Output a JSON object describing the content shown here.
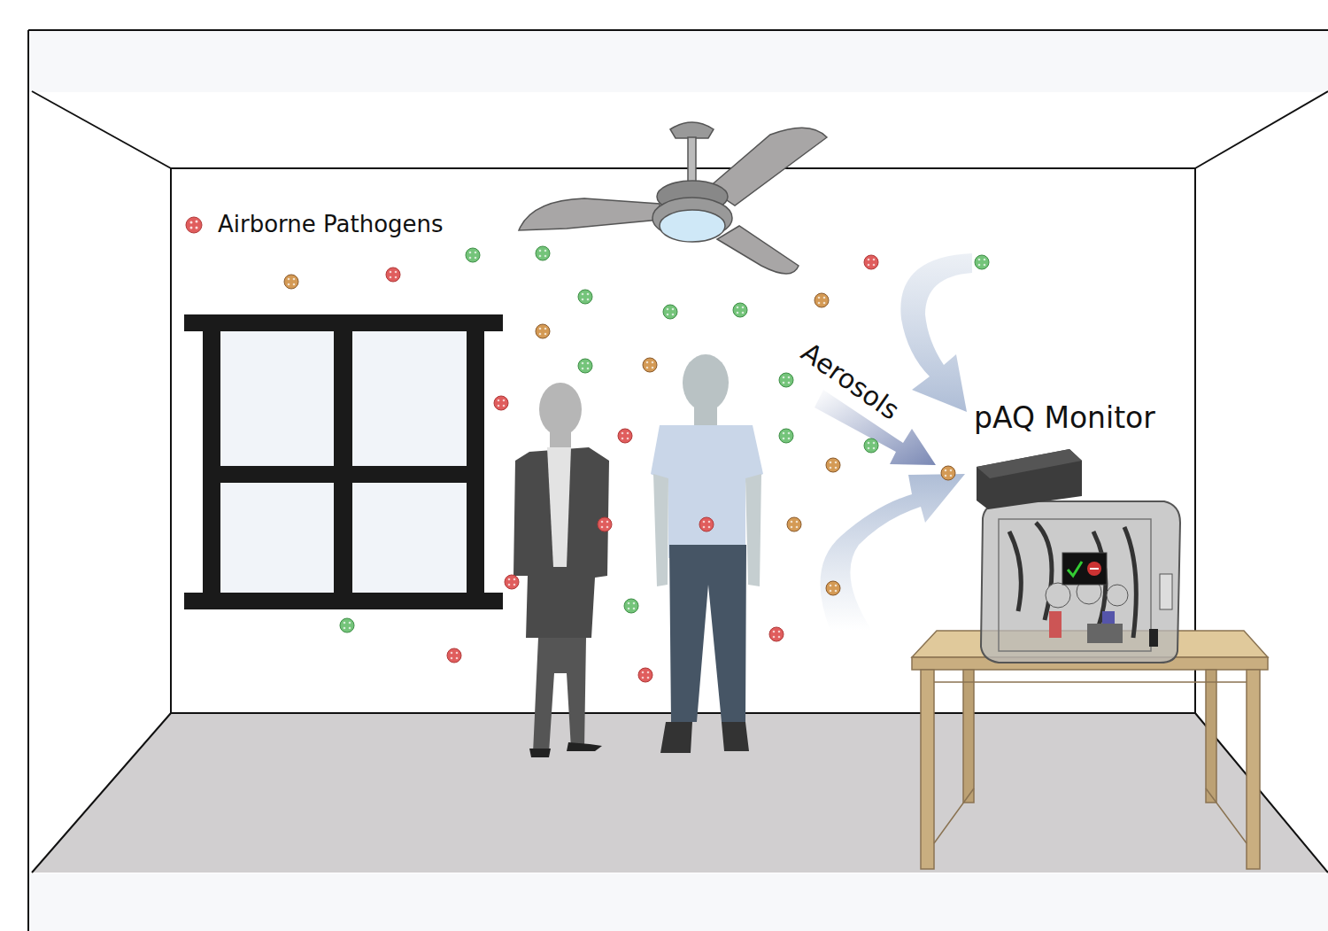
{
  "diagram": {
    "labels": [
      "Aerosols",
      "pAQ Monitor"
    ],
    "legend": [
      {
        "text": "Airborne Pathogens"
      }
    ]
  }
}
